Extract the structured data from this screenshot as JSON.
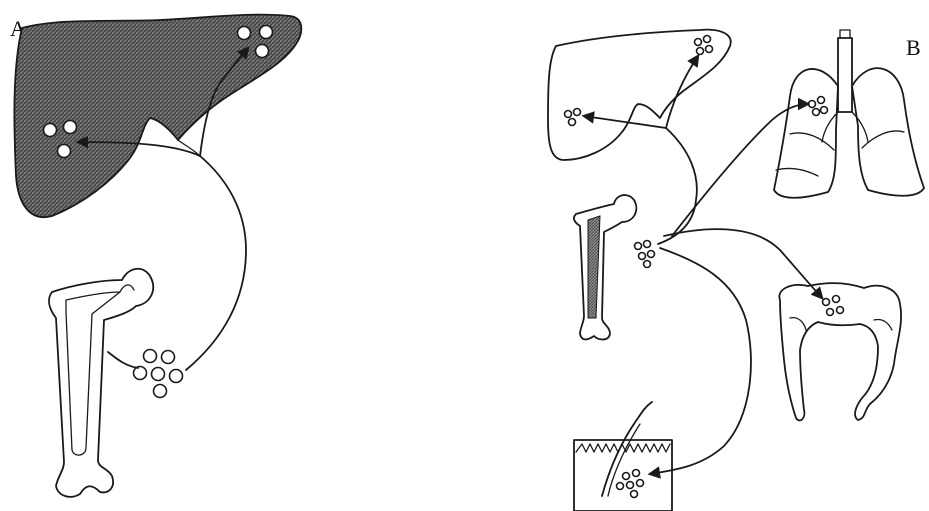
{
  "panels": [
    {
      "id": "A",
      "label": "A"
    },
    {
      "id": "B",
      "label": "B"
    }
  ],
  "colors": {
    "ink": "#1a1a1a",
    "liver_fill_a": "#5a5a5a",
    "bone_marrow_b": "#7a7a7a",
    "background": "#ffffff"
  }
}
